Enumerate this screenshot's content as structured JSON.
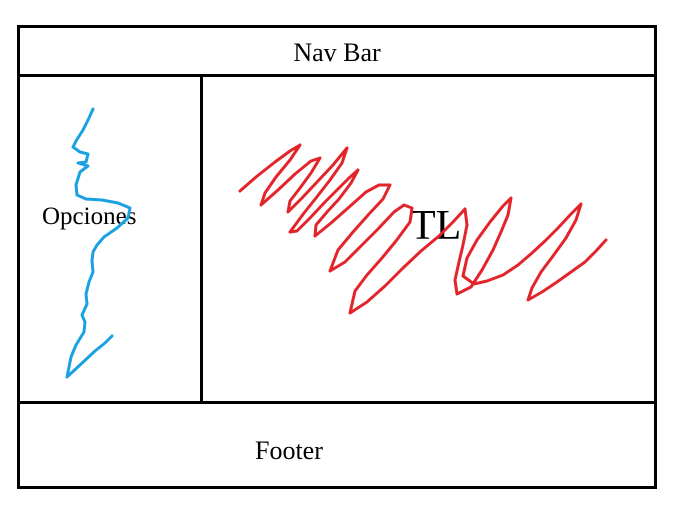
{
  "nav_bar": {
    "label": "Nav Bar"
  },
  "sidebar": {
    "label": "Opciones"
  },
  "main": {
    "label": "TL"
  },
  "footer": {
    "label": "Footer"
  },
  "colors": {
    "outline": "#000000",
    "sidebar_scribble": "#1ba1e2",
    "main_scribble": "#e3242b"
  }
}
